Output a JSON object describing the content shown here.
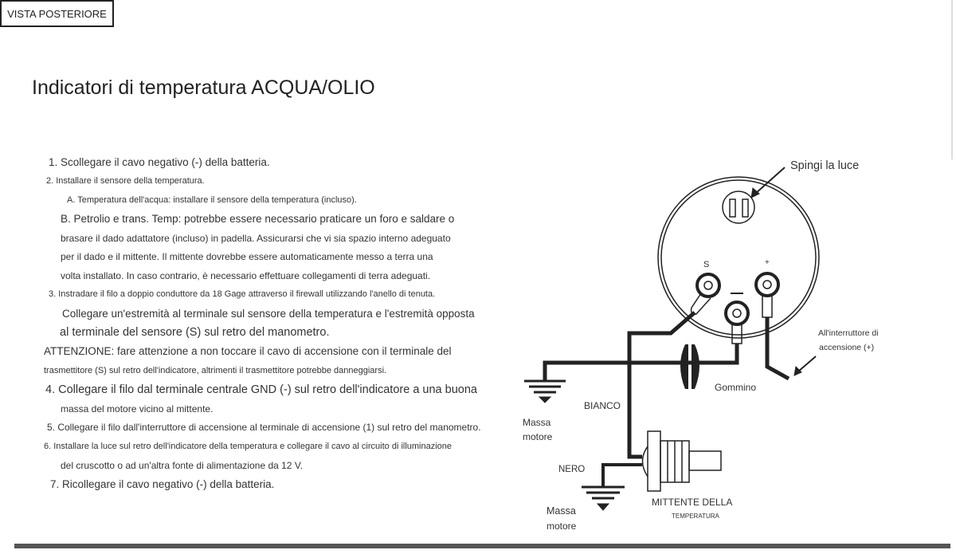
{
  "title": "Indicatori di temperatura ACQUA/OLIO",
  "view_label": "VISTA POSTERIORE",
  "instructions": [
    "1. Scollegare il cavo negativo (-) della batteria.",
    "2. Installare il sensore della temperatura.",
    "A. Temperatura dell'acqua: installare il sensore della temperatura (incluso).",
    "B. Petrolio e trans. Temp: potrebbe essere necessario praticare un foro e saldare o",
    "brasare il dado adattatore (incluso) in padella. Assicurarsi che vi sia spazio interno adeguato",
    "per il dado e il mittente. Il mittente dovrebbe essere automaticamente messo a terra una",
    "volta installato. In caso contrario, è necessario effettuare collegamenti di terra adeguati.",
    "3. Instradare il filo a doppio conduttore da 18 Gage attraverso il firewall utilizzando l'anello di tenuta.",
    "Collegare un'estremità al terminale sul sensore della temperatura e l'estremità opposta",
    "al terminale del sensore (S) sul retro del manometro.",
    "ATTENZIONE: fare attenzione a non toccare il cavo di accensione con il terminale del",
    "trasmettitore (S) sul retro dell'indicatore, altrimenti il trasmettitore potrebbe danneggiarsi.",
    "4. Collegare il filo dal terminale centrale GND (-) sul retro dell'indicatore a una buona",
    "massa del motore vicino al mittente.",
    "5. Collegare il filo dall'interruttore di accensione al terminale di accensione (1) sul retro del manometro.",
    "6. Installare la luce sul retro dell'indicatore della temperatura e collegare il cavo al circuito di illuminazione",
    "del cruscotto o ad un'altra fonte di alimentazione da 12 V.",
    "7. Ricollegare il cavo negativo (-) della batteria."
  ],
  "diagram": {
    "push_light": "Spingi la luce",
    "terminal_s": "S",
    "terminal_plus": "+",
    "ignition_line1": "All'interruttore di",
    "ignition_line2": "accensione (+)",
    "grommet": "Gommino",
    "white_wire": "BIANCO",
    "black_wire": "NERO",
    "ground1_line1": "Massa",
    "ground1_line2": "motore",
    "ground2_line1": "Massa",
    "ground2_line2": "motore",
    "sender_line1": "MITTENTE DELLA",
    "sender_line2": "TEMPERATURA"
  }
}
